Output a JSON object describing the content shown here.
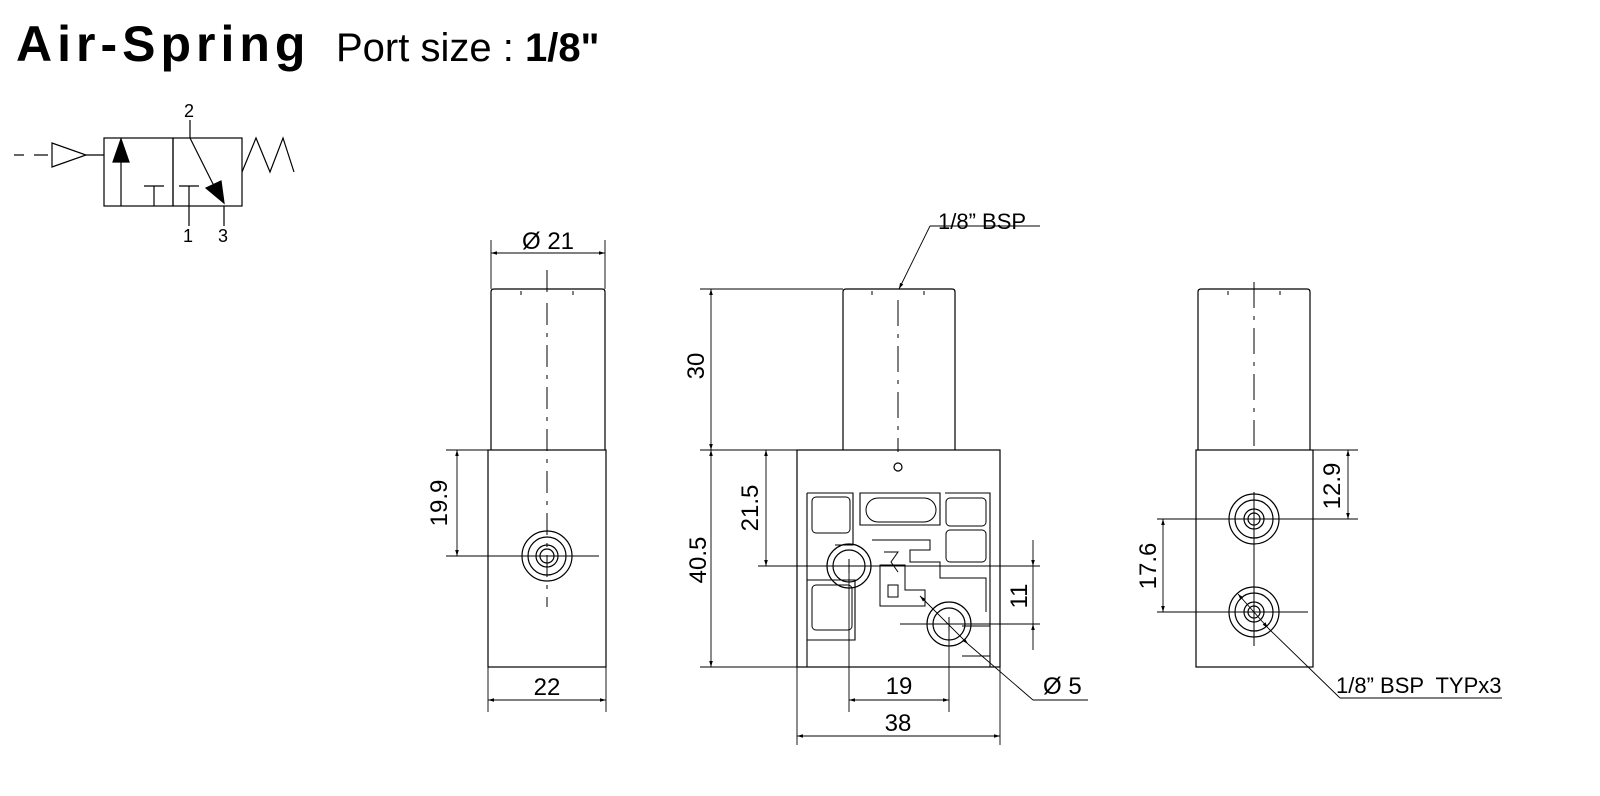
{
  "header": {
    "title": "Air-Spring",
    "port_label": "Port size : ",
    "port_value": "1/8\""
  },
  "symbol": {
    "port_2": "2",
    "port_1": "1",
    "port_3": "3"
  },
  "dimensions": {
    "dia_21": "Ø 21",
    "w_22": "22",
    "h_19_9": "19.9",
    "h_30": "30",
    "h_40_5": "40.5",
    "h_21_5": "21.5",
    "h_11": "11",
    "w_19": "19",
    "w_38": "38",
    "dia_5": "Ø 5",
    "h_12_9": "12.9",
    "h_17_6": "17.6"
  },
  "callouts": {
    "top_port": "1/8” BSP",
    "side_ports": "1/8” BSP  TYPx3"
  }
}
